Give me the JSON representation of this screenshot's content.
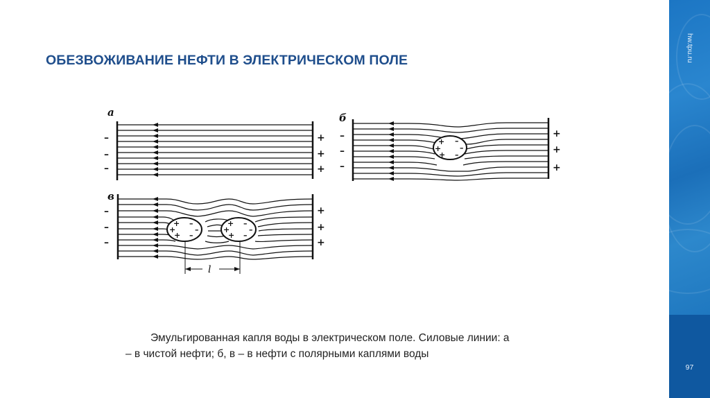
{
  "slide": {
    "title": "ОБЕЗВОЖИВАНИЕ НЕФТИ В ЭЛЕКТРИЧЕСКОМ ПОЛЕ",
    "page_number": "97",
    "site_url": "hw.tpu.ru"
  },
  "colors": {
    "title": "#1f4e8c",
    "sidebar_top": "#1c76c4",
    "sidebar_bottom": "#0f58a0",
    "text": "#222222"
  },
  "figure": {
    "panels": [
      {
        "label": "а",
        "description": "field lines in clean oil"
      },
      {
        "label": "б",
        "description": "field lines with one polar water droplet"
      },
      {
        "label": "в",
        "description": "field lines with two polar water droplets"
      }
    ],
    "left_electrode_sign": "−",
    "right_electrode_sign": "+",
    "distance_label": "l"
  },
  "caption": {
    "line1": "Эмульгированная капля воды в электрическом поле. Силовые линии: а",
    "line2": "– в чистой нефти; б, в – в нефти с полярными каплями воды"
  }
}
